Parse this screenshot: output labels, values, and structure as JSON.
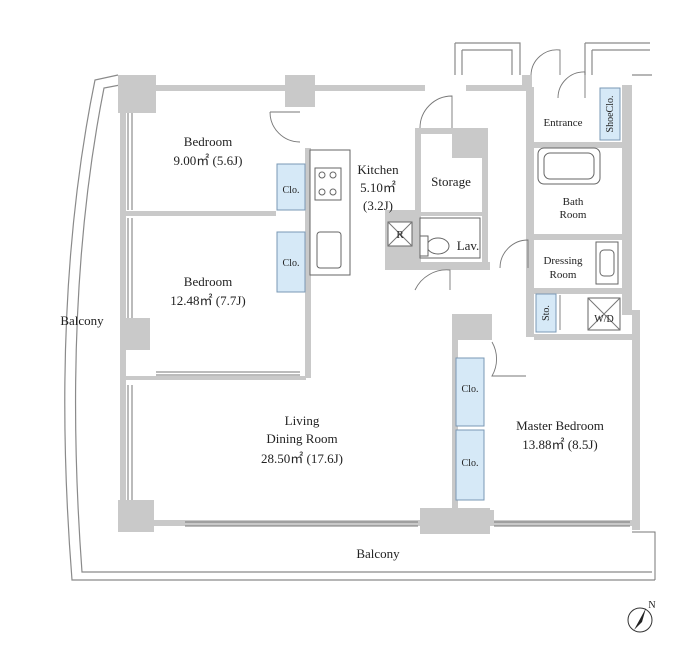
{
  "plan": {
    "rooms": {
      "bedroom1": {
        "name": "Bedroom",
        "area": "9.00㎡ (5.6J)"
      },
      "bedroom2": {
        "name": "Bedroom",
        "area": "12.48㎡ (7.7J)"
      },
      "kitchen": {
        "name": "Kitchen",
        "area": "5.10㎡",
        "tatami": "(3.2J)"
      },
      "living": {
        "name_line1": "Living",
        "name_line2": "Dining Room",
        "area": "28.50㎡ (17.6J)"
      },
      "master": {
        "name": "Master Bedroom",
        "area": "13.88㎡ (8.5J)"
      },
      "storage": {
        "name": "Storage"
      },
      "lavatory": {
        "name": "Lav."
      },
      "bath": {
        "line1": "Bath",
        "line2": "Room"
      },
      "dressing": {
        "line1": "Dressing",
        "line2": "Room"
      },
      "entrance": {
        "name": "Entrance"
      }
    },
    "closets": {
      "bed1": "Clo.",
      "bed2": "Clo.",
      "master1": "Clo.",
      "master2": "Clo.",
      "shoe": "ShoeClo.",
      "sto": "Sto."
    },
    "labels": {
      "refrigerator": "R",
      "washer": "W/D",
      "balcony_west": "Balcony",
      "balcony_south": "Balcony"
    },
    "compass": {
      "north_label": "N"
    }
  }
}
